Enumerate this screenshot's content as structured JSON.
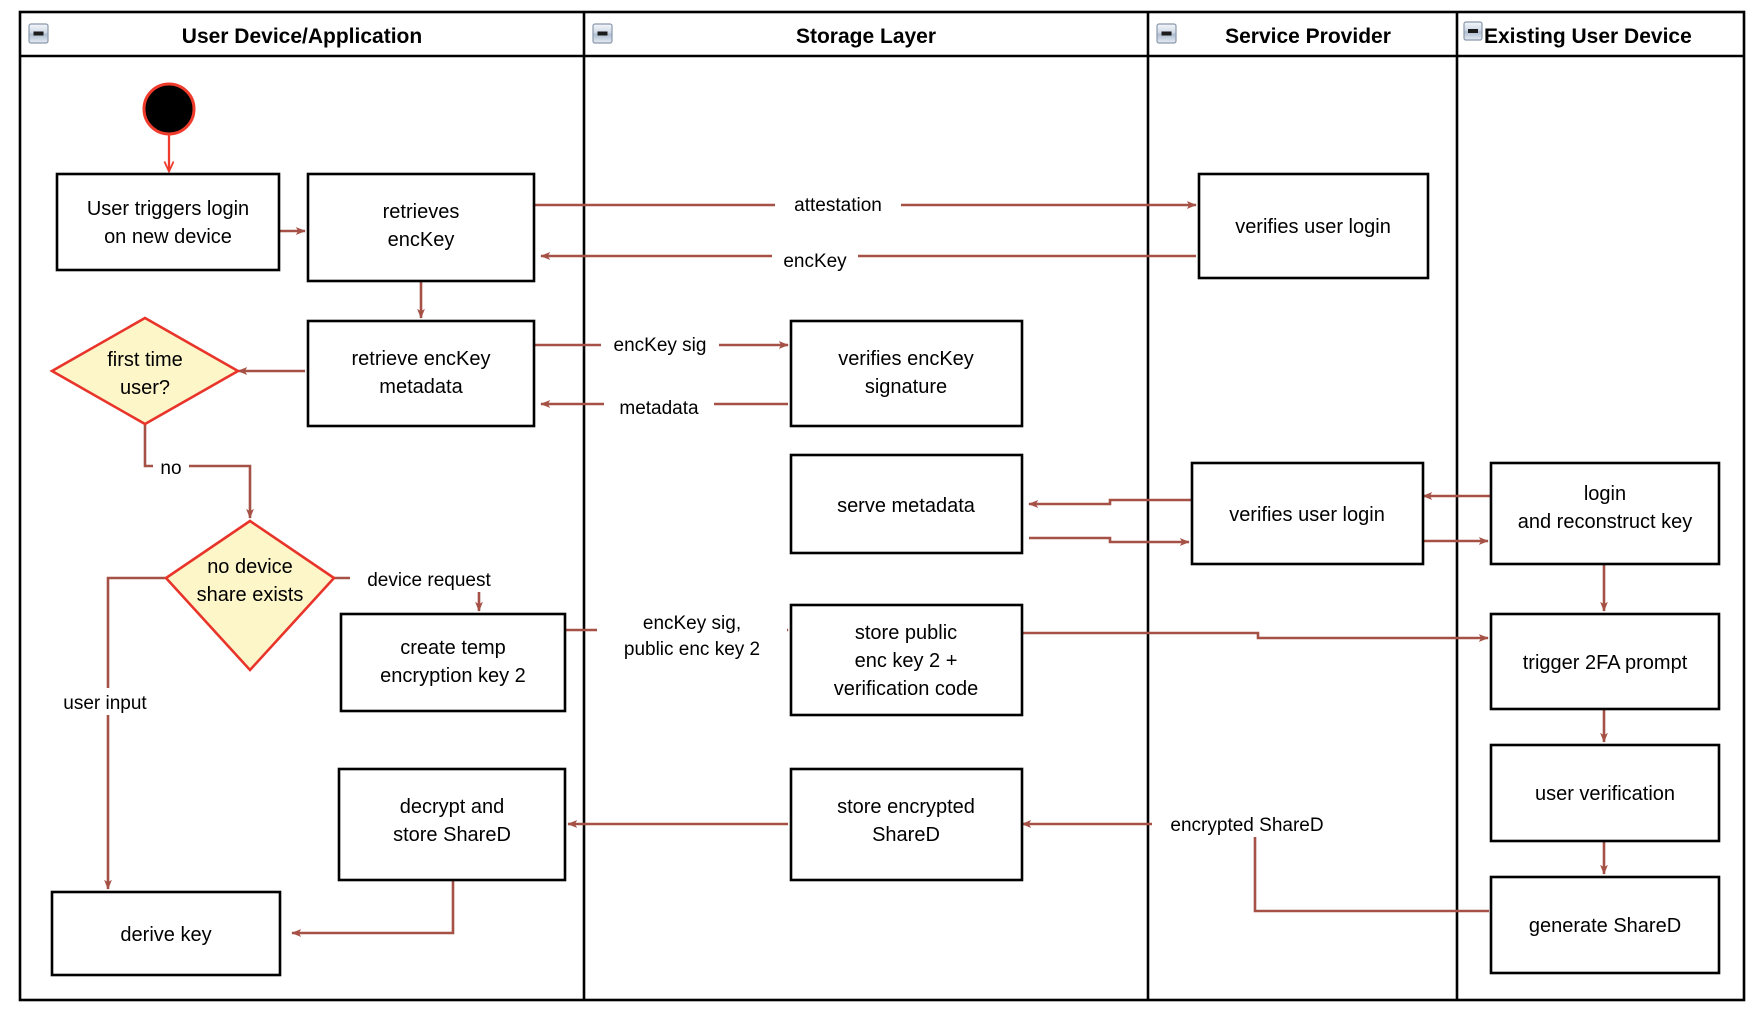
{
  "diagram": {
    "type": "uml-activity-swimlane",
    "title": "Key reconstruction / device-share login flow",
    "colors": {
      "activity_fill": "#ffffff",
      "activity_stroke": "#000000",
      "decision_fill": "#fdf6c8",
      "decision_stroke": "#e8342a",
      "flow_stroke": "#a55146",
      "start_stroke": "#ef3b2c",
      "lane_stroke": "#000000",
      "background": "#ffffff"
    },
    "lanes": [
      {
        "id": "lane-user-device",
        "label": "User Device/Application",
        "collapse_icon": "minus-box-icon"
      },
      {
        "id": "lane-storage-layer",
        "label": "Storage Layer",
        "collapse_icon": "minus-box-icon"
      },
      {
        "id": "lane-service-provider",
        "label": "Service Provider",
        "collapse_icon": "minus-box-icon"
      },
      {
        "id": "lane-existing-device",
        "label": "Existing User Device",
        "collapse_icon": "minus-box-icon"
      }
    ],
    "nodes": [
      {
        "id": "n-start",
        "lane": "lane-user-device",
        "shape": "initial-node",
        "label": ""
      },
      {
        "id": "n-user-triggers-login",
        "lane": "lane-user-device",
        "shape": "activity",
        "label": "User triggers login\non new device"
      },
      {
        "id": "n-retrieves-enckey",
        "lane": "lane-user-device",
        "shape": "activity",
        "label": "retrieves\nencKey"
      },
      {
        "id": "n-retrieve-enckey-metadata",
        "lane": "lane-user-device",
        "shape": "activity",
        "label": "retrieve encKey\nmetadata"
      },
      {
        "id": "n-first-time-user",
        "lane": "lane-user-device",
        "shape": "decision",
        "label": "first time\nuser?"
      },
      {
        "id": "n-no-device-share-exists",
        "lane": "lane-user-device",
        "shape": "decision",
        "label": "no device\nshare exists"
      },
      {
        "id": "n-create-temp-key",
        "lane": "lane-user-device",
        "shape": "activity",
        "label": "create temp\nencryption key 2"
      },
      {
        "id": "n-decrypt-store-shared",
        "lane": "lane-user-device",
        "shape": "activity",
        "label": "decrypt and\nstore ShareD"
      },
      {
        "id": "n-derive-key",
        "lane": "lane-user-device",
        "shape": "activity",
        "label": "derive key"
      },
      {
        "id": "n-verifies-enckey-signature",
        "lane": "lane-storage-layer",
        "shape": "activity",
        "label": "verifies encKey\nsignature"
      },
      {
        "id": "n-serve-metadata",
        "lane": "lane-storage-layer",
        "shape": "activity",
        "label": "serve metadata"
      },
      {
        "id": "n-store-public-enc-key-2",
        "lane": "lane-storage-layer",
        "shape": "activity",
        "label": "store public\nenc key 2 +\nverification code"
      },
      {
        "id": "n-store-encrypted-shared",
        "lane": "lane-storage-layer",
        "shape": "activity",
        "label": "store encrypted\nShareD"
      },
      {
        "id": "n-verifies-user-login-1",
        "lane": "lane-service-provider",
        "shape": "activity",
        "label": "verifies user login"
      },
      {
        "id": "n-verifies-user-login-2",
        "lane": "lane-service-provider",
        "shape": "activity",
        "label": "verifies user login"
      },
      {
        "id": "n-login-reconstruct-key",
        "lane": "lane-existing-device",
        "shape": "activity",
        "label": "login\nand reconstruct key"
      },
      {
        "id": "n-trigger-2fa-prompt",
        "lane": "lane-existing-device",
        "shape": "activity",
        "label": "trigger 2FA prompt"
      },
      {
        "id": "n-user-verification",
        "lane": "lane-existing-device",
        "shape": "activity",
        "label": "user verification"
      },
      {
        "id": "n-generate-shared",
        "lane": "lane-existing-device",
        "shape": "activity",
        "label": "generate ShareD"
      }
    ],
    "edges": [
      {
        "id": "e-start",
        "from": "n-start",
        "to": "n-user-triggers-login",
        "label": ""
      },
      {
        "id": "e-login-retrieve",
        "from": "n-user-triggers-login",
        "to": "n-retrieves-enckey",
        "label": ""
      },
      {
        "id": "e-attestation",
        "from": "n-retrieves-enckey",
        "to": "n-verifies-user-login-1",
        "label": "attestation"
      },
      {
        "id": "e-enckey",
        "from": "n-verifies-user-login-1",
        "to": "n-retrieves-enckey",
        "label": "encKey"
      },
      {
        "id": "e-retrieves-to-metadata",
        "from": "n-retrieves-enckey",
        "to": "n-retrieve-enckey-metadata",
        "label": ""
      },
      {
        "id": "e-enckey-sig",
        "from": "n-retrieve-enckey-metadata",
        "to": "n-verifies-enckey-signature",
        "label": "encKey sig"
      },
      {
        "id": "e-metadata",
        "from": "n-verifies-enckey-signature",
        "to": "n-retrieve-enckey-metadata",
        "label": "metadata"
      },
      {
        "id": "e-metadata-to-first-time",
        "from": "n-retrieve-enckey-metadata",
        "to": "n-first-time-user",
        "label": ""
      },
      {
        "id": "e-no",
        "from": "n-first-time-user",
        "to": "n-no-device-share-exists",
        "label": "no"
      },
      {
        "id": "e-device-request",
        "from": "n-no-device-share-exists",
        "to": "n-create-temp-key",
        "label": "device request"
      },
      {
        "id": "e-user-input",
        "from": "n-no-device-share-exists",
        "to": "n-derive-key",
        "label": "user input"
      },
      {
        "id": "e-enckey-sig-pubkey2",
        "from": "n-create-temp-key",
        "to": "n-store-public-enc-key-2",
        "label": "encKey sig,\npublic enc key 2"
      },
      {
        "id": "e-serve-metadata-out",
        "from": "n-verifies-user-login-2",
        "to": "n-serve-metadata",
        "label": ""
      },
      {
        "id": "e-serve-metadata-in",
        "from": "n-serve-metadata",
        "to": "n-verifies-user-login-2",
        "label": ""
      },
      {
        "id": "e-existing-login-to-sp",
        "from": "n-login-reconstruct-key",
        "to": "n-verifies-user-login-2",
        "label": ""
      },
      {
        "id": "e-sp-to-existing-login",
        "from": "n-verifies-user-login-2",
        "to": "n-login-reconstruct-key",
        "label": ""
      },
      {
        "id": "e-store-to-2fa",
        "from": "n-store-public-enc-key-2",
        "to": "n-trigger-2fa-prompt",
        "label": ""
      },
      {
        "id": "e-login-to-2fa",
        "from": "n-login-reconstruct-key",
        "to": "n-trigger-2fa-prompt",
        "label": ""
      },
      {
        "id": "e-2fa-to-verification",
        "from": "n-trigger-2fa-prompt",
        "to": "n-user-verification",
        "label": ""
      },
      {
        "id": "e-verification-to-generate",
        "from": "n-user-verification",
        "to": "n-generate-shared",
        "label": ""
      },
      {
        "id": "e-encrypted-shared",
        "from": "n-generate-shared",
        "to": "n-store-encrypted-shared",
        "label": "encrypted ShareD"
      },
      {
        "id": "e-store-to-decrypt",
        "from": "n-store-encrypted-shared",
        "to": "n-decrypt-store-shared",
        "label": ""
      },
      {
        "id": "e-decrypt-to-derive",
        "from": "n-decrypt-store-shared",
        "to": "n-derive-key",
        "label": ""
      }
    ],
    "labels": {
      "attestation": "attestation",
      "enckey": "encKey",
      "enckey_sig": "encKey sig",
      "metadata": "metadata",
      "no": "no",
      "device_request": "device request",
      "user_input": "user input",
      "enckey_sig_pub2_line1": "encKey sig,",
      "enckey_sig_pub2_line2": "public enc key 2",
      "encrypted_shared": "encrypted ShareD"
    },
    "node_labels": {
      "user_triggers_login_l1": "User triggers login",
      "user_triggers_login_l2": "on new device",
      "retrieves_l1": "retrieves",
      "retrieves_l2": "encKey",
      "retrieve_meta_l1": "retrieve encKey",
      "retrieve_meta_l2": "metadata",
      "first_time_l1": "first time",
      "first_time_l2": "user?",
      "no_device_l1": "no device",
      "no_device_l2": "share exists",
      "create_temp_l1": "create temp",
      "create_temp_l2": "encryption key 2",
      "decrypt_l1": "decrypt and",
      "decrypt_l2": "store ShareD",
      "derive_key": "derive key",
      "verifies_sig_l1": "verifies encKey",
      "verifies_sig_l2": "signature",
      "serve_metadata": "serve metadata",
      "store_pub_l1": "store public",
      "store_pub_l2": "enc key 2 +",
      "store_pub_l3": "verification code",
      "store_enc_l1": "store encrypted",
      "store_enc_l2": "ShareD",
      "verifies_user_login_1": "verifies user login",
      "verifies_user_login_2": "verifies user login",
      "login_reconstruct_l1": "login",
      "login_reconstruct_l2": "and reconstruct key",
      "trigger_2fa": "trigger 2FA prompt",
      "user_verification": "user verification",
      "generate_shared": "generate ShareD"
    }
  }
}
